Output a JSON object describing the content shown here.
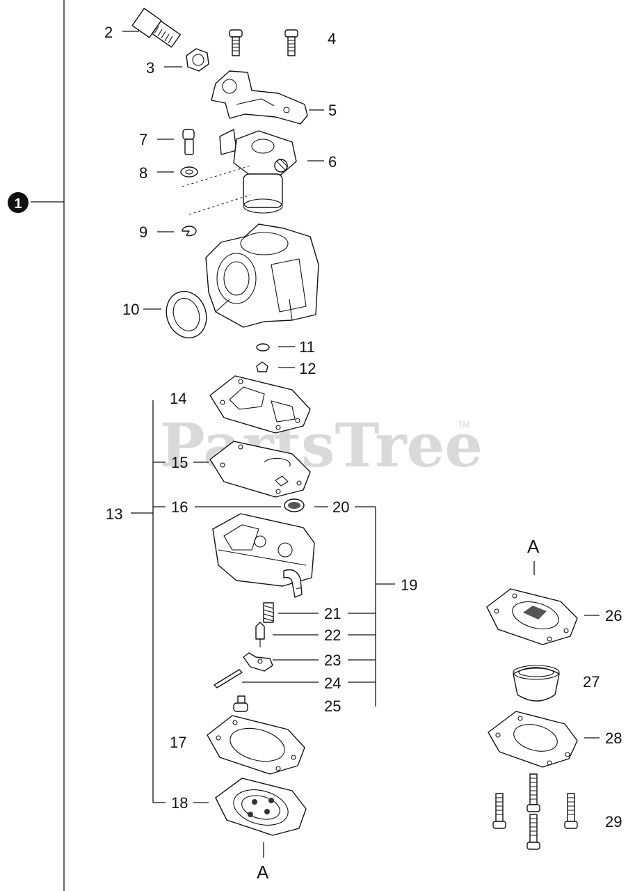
{
  "diagram": {
    "watermark": "PartsTree",
    "trademark": "TM",
    "assembly_marker": "1",
    "callouts": [
      "2",
      "3",
      "4",
      "5",
      "6",
      "7",
      "8",
      "9",
      "10",
      "11",
      "12",
      "13",
      "14",
      "15",
      "16",
      "17",
      "18",
      "19",
      "20",
      "21",
      "22",
      "23",
      "24",
      "25",
      "26",
      "27",
      "28",
      "29"
    ],
    "reference_labels": {
      "top": "A",
      "bottom": "A"
    }
  },
  "colors": {
    "ink": "#111111",
    "watermark": "#d9d9d9",
    "background": "#ffffff"
  }
}
